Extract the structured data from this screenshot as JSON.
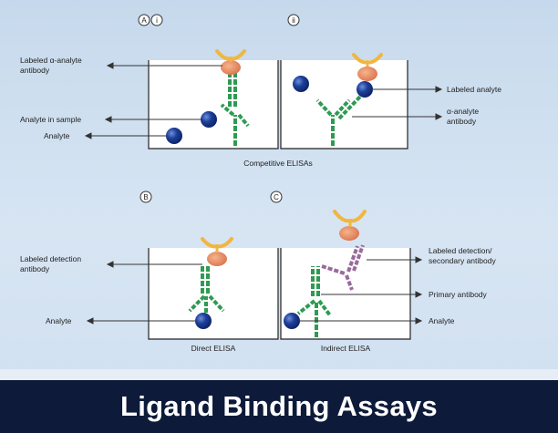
{
  "panel_markers": {
    "a1": "A",
    "a2": "i",
    "a_ii": "ii",
    "b": "B",
    "c": "C"
  },
  "labels": {
    "labeled_anti_analyte_antibody_line1": "Labeled α-analyte",
    "labeled_anti_analyte_antibody_line2": "antibody",
    "analyte_in_sample": "Analyte in sample",
    "analyte_top": "Analyte",
    "labeled_analyte": "Labeled analyte",
    "anti_analyte_antibody_line1": "α-analyte",
    "anti_analyte_antibody_line2": "antibody",
    "labeled_detection_antibody_line1": "Labeled detection",
    "labeled_detection_antibody_line2": "antibody",
    "analyte_bottom_left": "Analyte",
    "labeled_detection_secondary_line1": "Labeled detection/",
    "labeled_detection_secondary_line2": "secondary antibody",
    "primary_antibody": "Primary antibody",
    "analyte_bottom_right": "Analyte"
  },
  "captions": {
    "competitive": "Competitive ELISAs",
    "direct": "Direct ELISA",
    "indirect": "Indirect ELISA"
  },
  "banner": {
    "title": "Ligand Binding Assays"
  },
  "colors": {
    "antibody_green": "#2e9a52",
    "secondary_purple": "#9a6a9c",
    "analyte_blue": "#1d3f9a",
    "label_orange": "#e0875a",
    "ligand_yellow": "#f1b640",
    "banner_bg": "#0d1a3a"
  }
}
